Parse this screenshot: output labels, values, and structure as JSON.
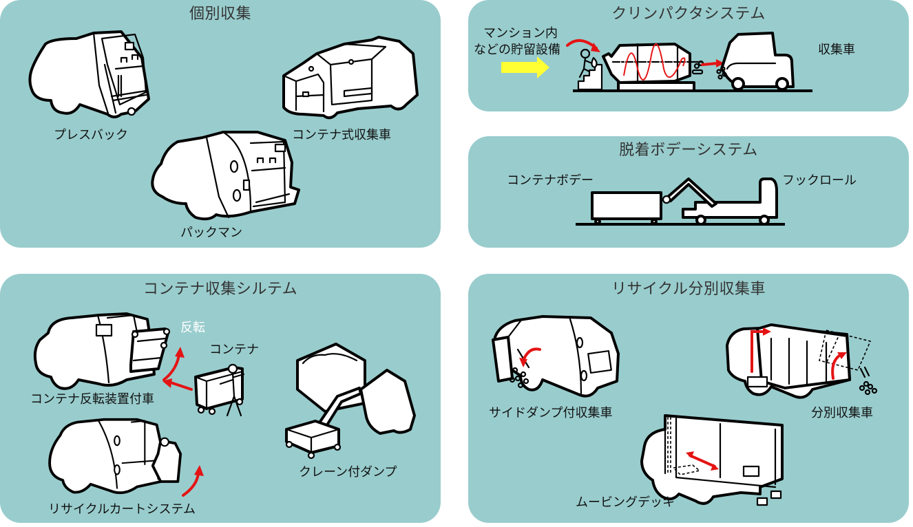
{
  "colors": {
    "panel": "#99cccd",
    "arrow_red": "#e41414",
    "arrow_yellow": "#ffff33",
    "background": "#ffffff"
  },
  "panels": {
    "individual": {
      "title": "個別収集",
      "labels": {
        "press_pack": "プレスバック",
        "container_truck": "コンテナ式収集車",
        "packman": "パックマン"
      }
    },
    "clinpacta": {
      "title": "クリンパクタシステム",
      "labels": {
        "storage_line1": "マンション内",
        "storage_line2": "などの貯留設備",
        "truck": "収集車"
      }
    },
    "detachable": {
      "title": "脱着ボデーシステム",
      "labels": {
        "body": "コンテナボデー",
        "hook_roll": "フックロール"
      }
    },
    "container": {
      "title": "コンテナ収集シルテム",
      "labels": {
        "flip": "反転",
        "container": "コンテナ",
        "flip_truck": "コンテナ反転装置付車",
        "cart": "リサイクルカートシステム",
        "crane": "クレーン付ダンプ"
      }
    },
    "recycle": {
      "title": "リサイクル分別収集車",
      "labels": {
        "side_dump": "サイドダンプ付収集車",
        "sorting": "分別収集車",
        "moving_deck": "ムービングデッキ"
      }
    }
  }
}
